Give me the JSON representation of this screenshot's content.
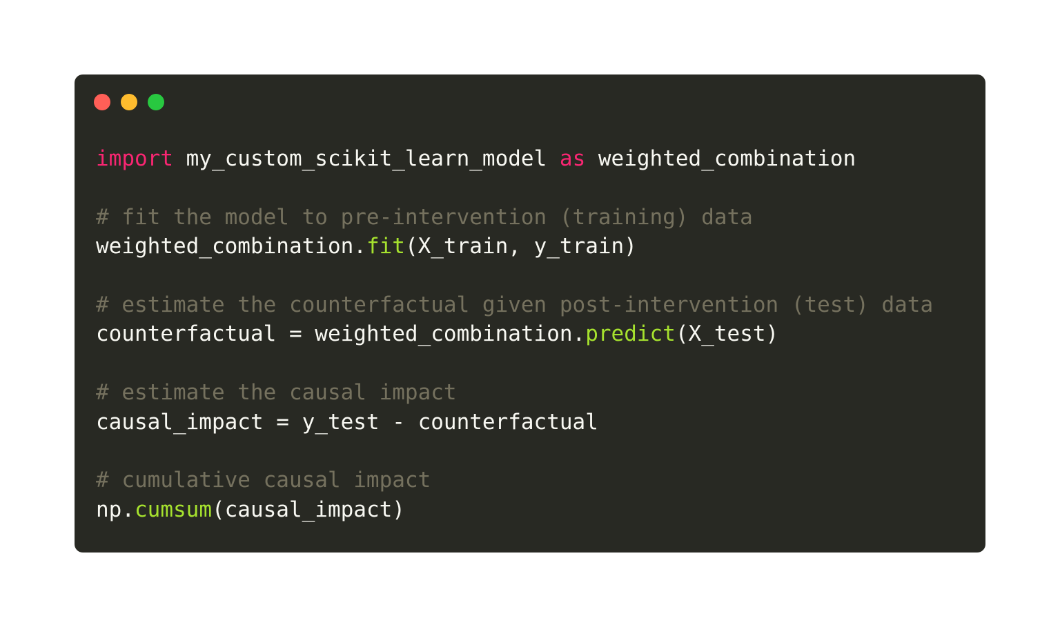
{
  "window": {
    "controls": [
      {
        "name": "close",
        "color": "#ff5f57"
      },
      {
        "name": "minimize",
        "color": "#febc2e"
      },
      {
        "name": "zoom",
        "color": "#28c840"
      }
    ]
  },
  "code": {
    "lines": [
      [
        {
          "t": "import",
          "c": "kw"
        },
        {
          "t": " my_custom_scikit_learn_model ",
          "c": "tx"
        },
        {
          "t": "as",
          "c": "kw"
        },
        {
          "t": " weighted_combination",
          "c": "tx"
        }
      ],
      [],
      [
        {
          "t": "# fit the model to pre-intervention (training) data",
          "c": "cm"
        }
      ],
      [
        {
          "t": "weighted_combination.",
          "c": "tx"
        },
        {
          "t": "fit",
          "c": "fn"
        },
        {
          "t": "(X_train, y_train)",
          "c": "tx"
        }
      ],
      [],
      [
        {
          "t": "# estimate the counterfactual given post-intervention (test) data",
          "c": "cm"
        }
      ],
      [
        {
          "t": "counterfactual = weighted_combination.",
          "c": "tx"
        },
        {
          "t": "predict",
          "c": "fn"
        },
        {
          "t": "(X_test)",
          "c": "tx"
        }
      ],
      [],
      [
        {
          "t": "# estimate the causal impact",
          "c": "cm"
        }
      ],
      [
        {
          "t": "causal_impact = y_test - counterfactual",
          "c": "tx"
        }
      ],
      [],
      [
        {
          "t": "# cumulative causal impact",
          "c": "cm"
        }
      ],
      [
        {
          "t": "np.",
          "c": "tx"
        },
        {
          "t": "cumsum",
          "c": "fn"
        },
        {
          "t": "(causal_impact)",
          "c": "tx"
        }
      ]
    ]
  }
}
